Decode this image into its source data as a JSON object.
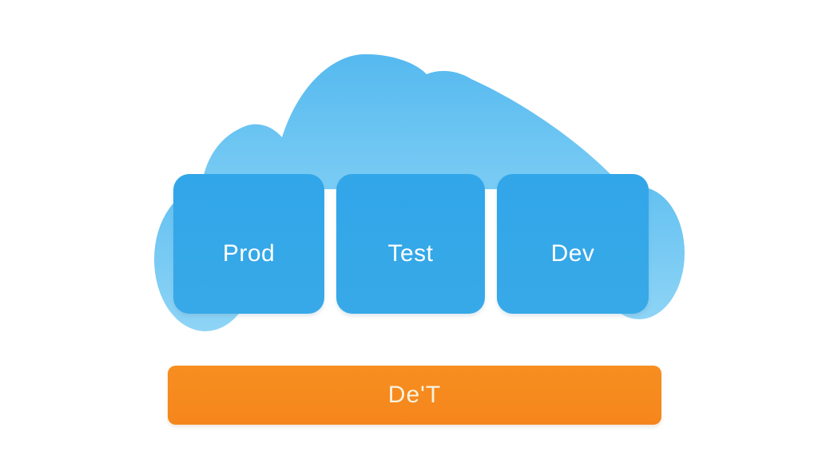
{
  "diagram": {
    "cloud": {
      "name": "cloud-shape",
      "color_top": "#55b9ef",
      "color_bottom": "#7accf4"
    },
    "nodes": [
      {
        "label": "Prod"
      },
      {
        "label": "Test"
      },
      {
        "label": "Dev"
      }
    ],
    "node_color": "#35a7e8",
    "node_text_color": "#ffffff",
    "bottom_bar": {
      "label": "De'T",
      "color": "#f6891e",
      "text_color": "#f8f2e0"
    }
  }
}
